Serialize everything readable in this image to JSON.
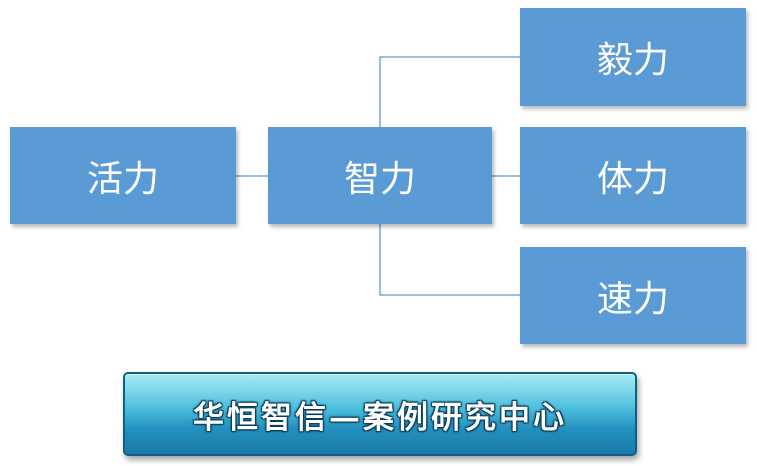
{
  "diagram": {
    "nodes": {
      "huoli": "活力",
      "zhili": "智力",
      "yili": "毅力",
      "tili": "体力",
      "suli": "速力"
    },
    "node_color": "#5b9bd5",
    "connector_color": "#5b9bd5"
  },
  "banner": {
    "text": "华恒智信—案例研究中心"
  }
}
